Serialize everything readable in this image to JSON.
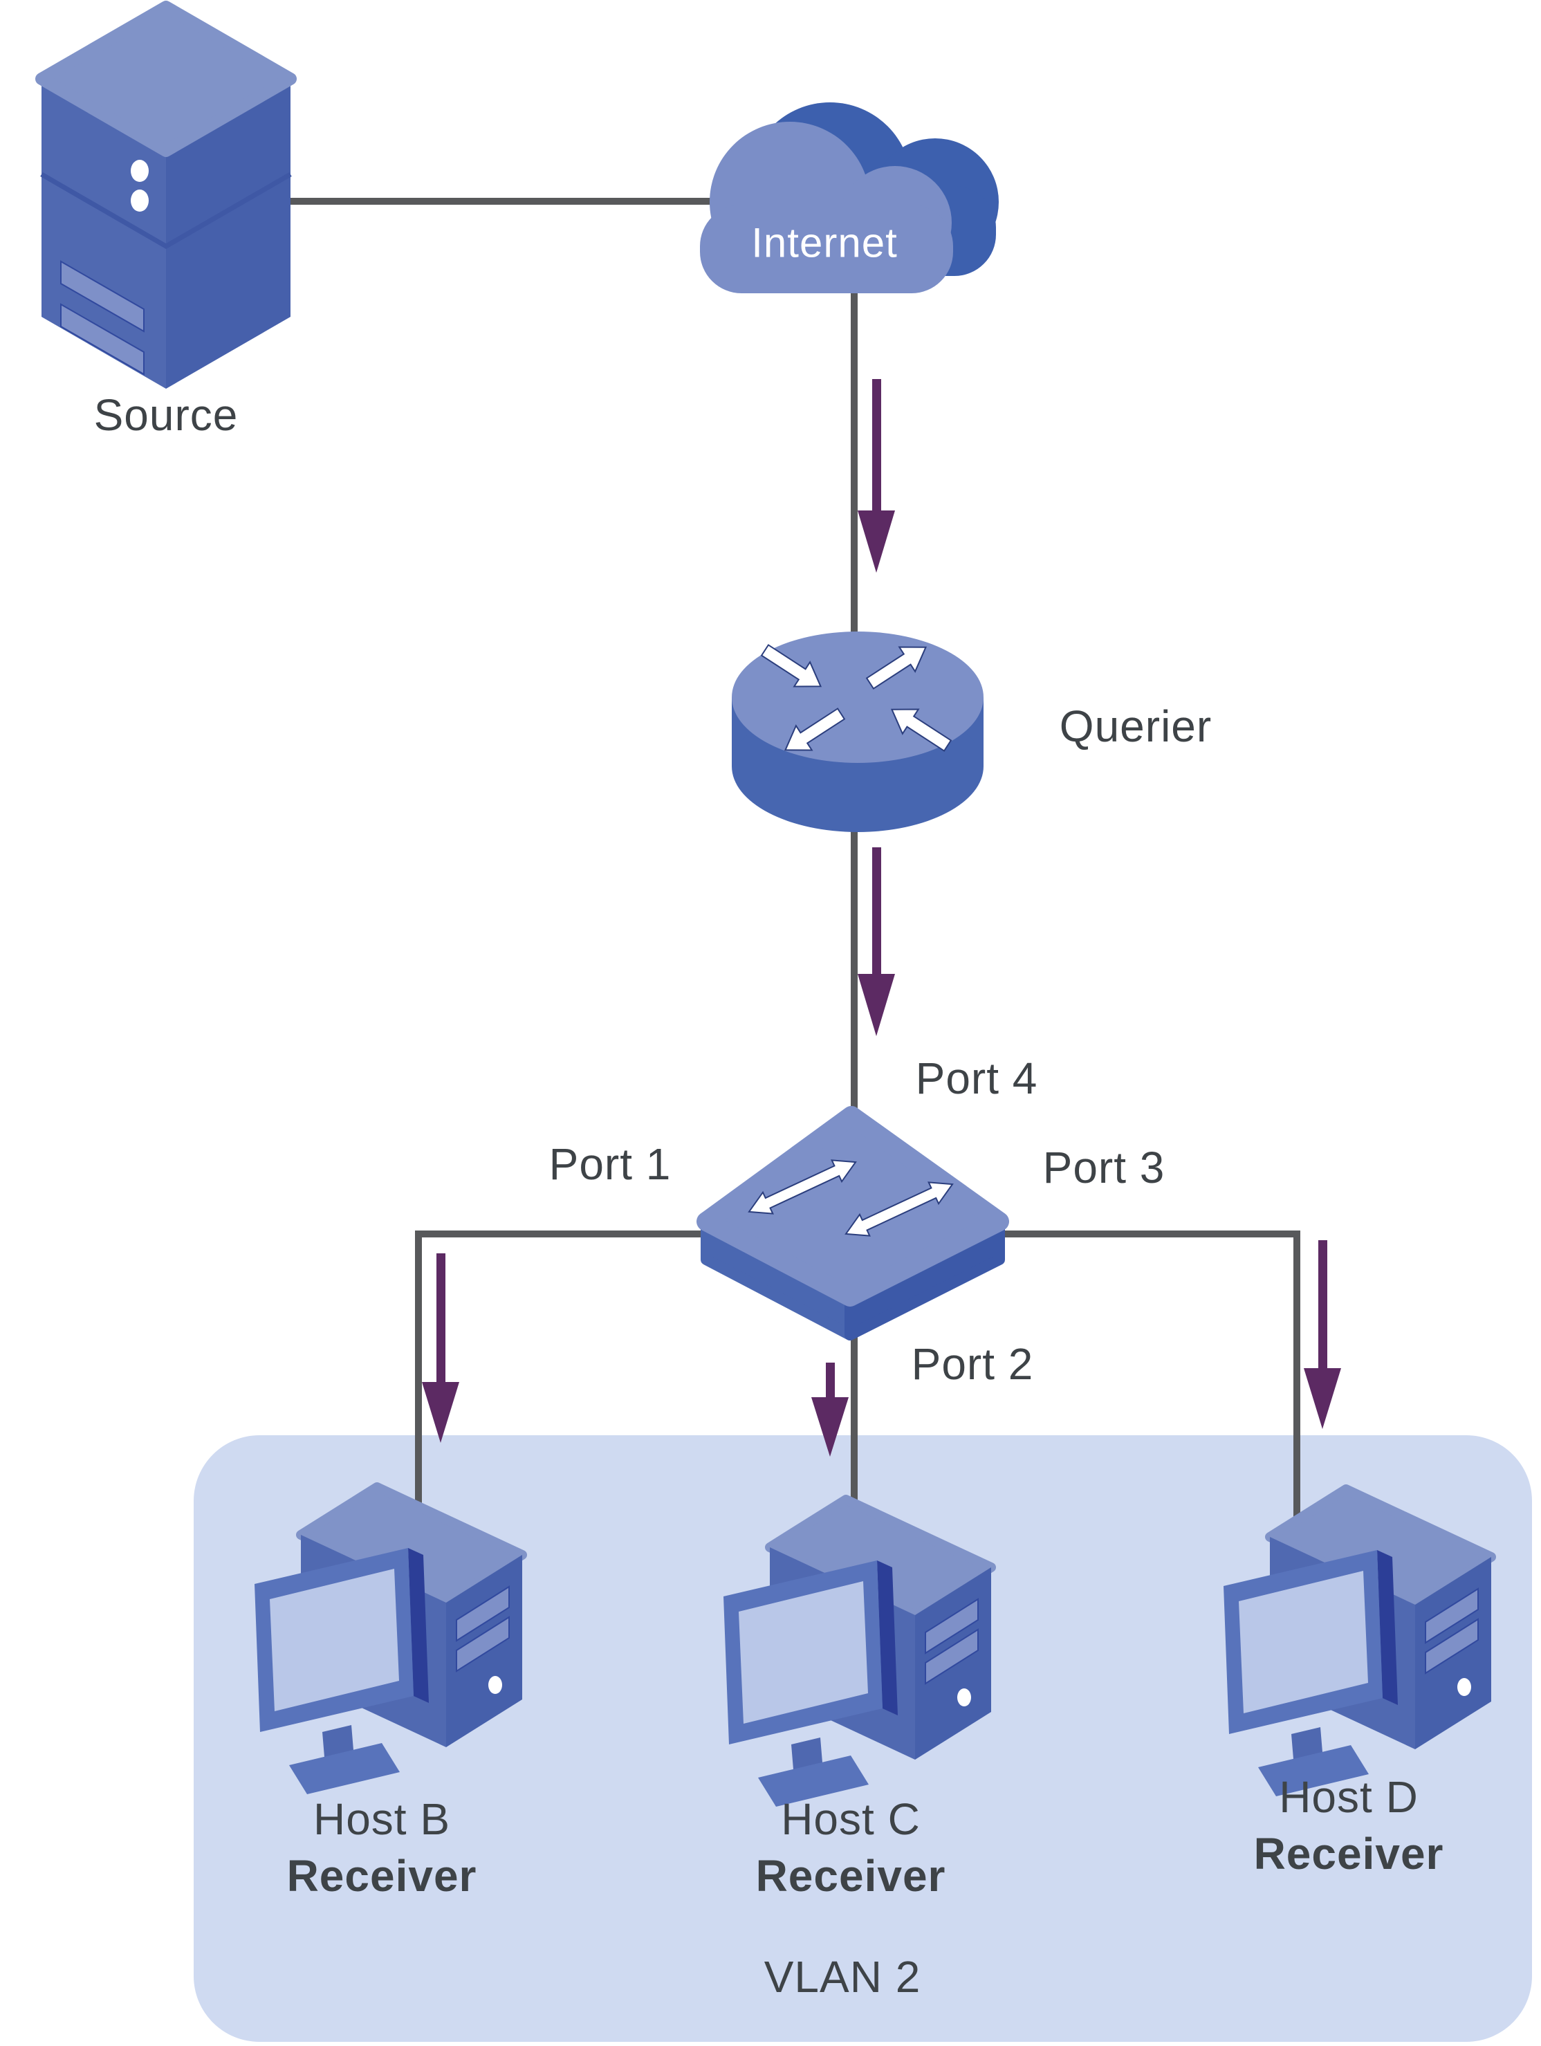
{
  "nodes": {
    "source": {
      "label": "Source"
    },
    "internet": {
      "label": "Internet"
    },
    "querier": {
      "label": "Querier"
    },
    "switch": {
      "port1": "Port 1",
      "port2": "Port 2",
      "port3": "Port 3",
      "port4": "Port 4"
    }
  },
  "hosts": [
    {
      "name": "Host B",
      "role": "Receiver"
    },
    {
      "name": "Host C",
      "role": "Receiver"
    },
    {
      "name": "Host D",
      "role": "Receiver"
    }
  ],
  "vlan": {
    "label": "VLAN 2"
  },
  "colors": {
    "node_blue_face": "#5069b1",
    "node_blue_face_dark": "#4660ab",
    "node_blue_top": "#8093c8",
    "panel_blue": "#7e90c8",
    "screen_blue": "#b9c7e8",
    "monitor_edge_navy": "#2c3e97",
    "cloud_front": "#7b8ec7",
    "cloud_back": "#3d60ae",
    "querier_body": "#4766b0",
    "switch_top": "#7d90c8",
    "switch_side_left": "#4a67b1",
    "switch_side_right": "#3c59a8",
    "vlan_background": "#cfdaf1",
    "link_gray": "#58595b",
    "flow_arrow_purple": "#5c2a63",
    "label_text": "#3e4347",
    "internet_text": "#ffffff"
  }
}
